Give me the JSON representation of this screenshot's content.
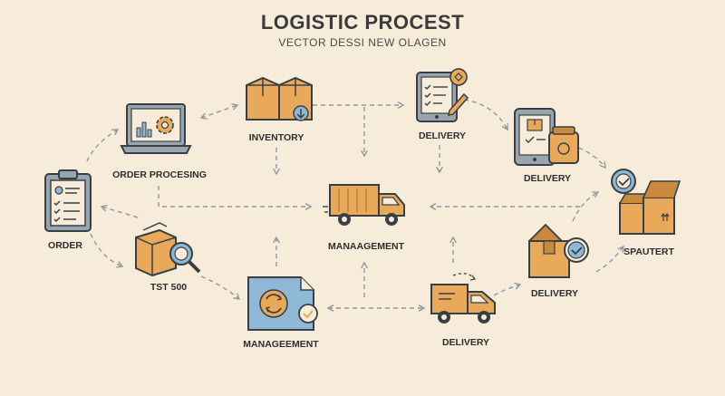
{
  "header": {
    "title": "LOGISTIC PROCEST",
    "subtitle": "VECTOR DESSI NEW OLAGEN"
  },
  "nodes": {
    "order": {
      "label": "ORDER",
      "icon": "clipboard-icon"
    },
    "order_processing": {
      "label": "ORDER PROCESING",
      "icon": "laptop-gear-icon"
    },
    "inventory": {
      "label": "INVENTORY",
      "icon": "boxes-icon"
    },
    "delivery_tablet": {
      "label": "DELIVERY",
      "icon": "tablet-checklist-icon"
    },
    "delivery_phone": {
      "label": "DELIVERY",
      "icon": "phone-package-icon"
    },
    "spautert": {
      "label": "SPAUTERT",
      "icon": "delivered-boxes-icon"
    },
    "management": {
      "label": "MANAAGEMENT",
      "icon": "truck-icon"
    },
    "tst500": {
      "label": "TST 500",
      "icon": "box-search-icon"
    },
    "manageement": {
      "label": "MANAGEEMENT",
      "icon": "document-process-icon"
    },
    "delivery_truck": {
      "label": "DELIVERY",
      "icon": "delivery-truck-icon"
    },
    "delivery_box": {
      "label": "DELIVERY",
      "icon": "box-check-icon"
    }
  },
  "colors": {
    "background": "#f6ecd9",
    "box": "#e9a95a",
    "box_dark": "#c98a3e",
    "blue": "#8fb7d6",
    "gray": "#9aa6af",
    "outline": "#3a3f45",
    "arrow": "#8d98a0"
  }
}
